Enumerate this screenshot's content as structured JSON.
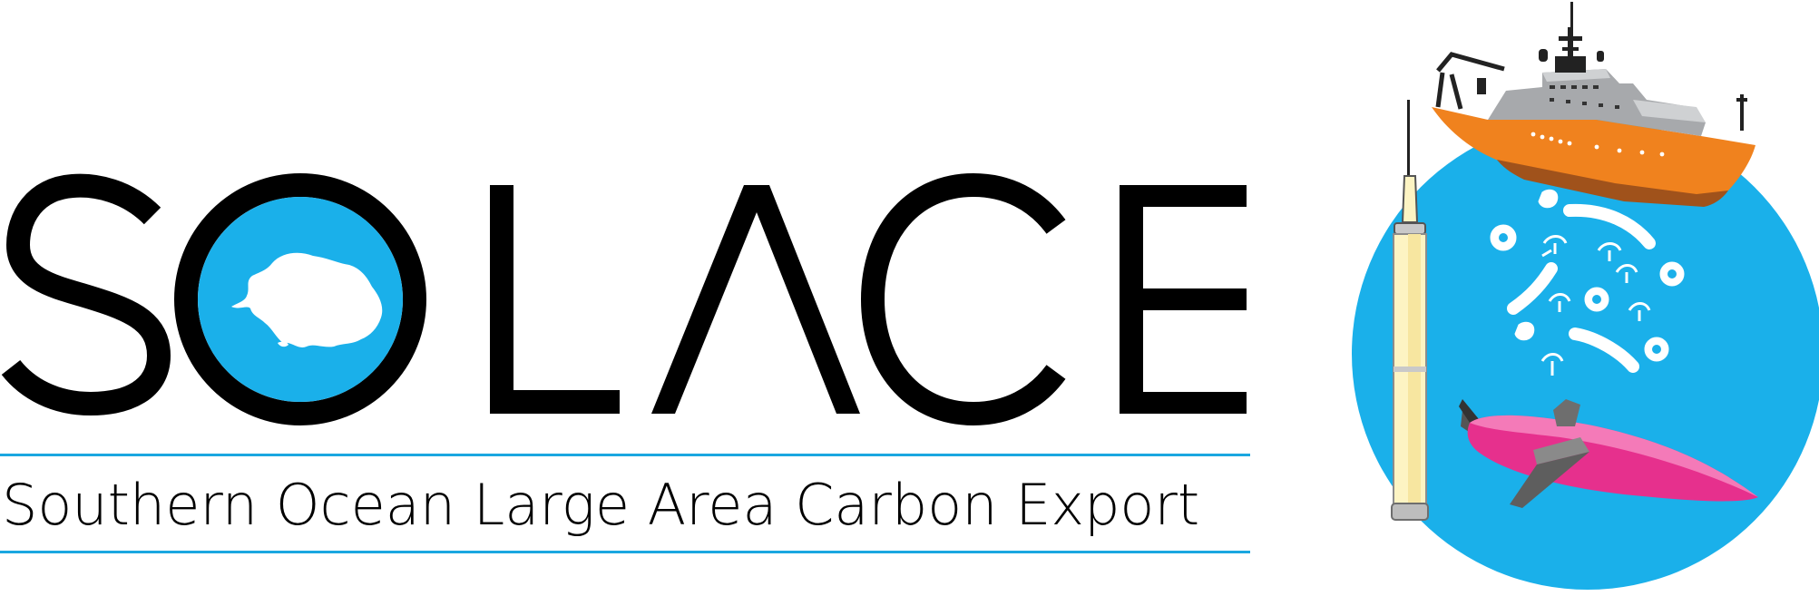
{
  "logo": {
    "wordmark": "SOLACE",
    "letters": [
      "S",
      "O",
      "L",
      "A",
      "C",
      "E"
    ],
    "subtitle": "Southern Ocean Large Area Carbon Export"
  },
  "colors": {
    "ink": "#000000",
    "ocean_blue": "#1ab0ea",
    "rule_blue": "#1aa7e0",
    "ship_hull": "#f0821e",
    "ship_hull_shadow": "#a0521b",
    "ship_superstructure": "#a7a9ac",
    "float_body": "#fdf4c3",
    "glider_body": "#e6308d",
    "particles": "#ffffff"
  },
  "icons": {
    "antarctica": "antarctica-map-icon",
    "ship": "research-vessel-icon",
    "float": "profiling-float-icon",
    "glider": "underwater-glider-icon",
    "particles": "marine-particles-icon"
  }
}
